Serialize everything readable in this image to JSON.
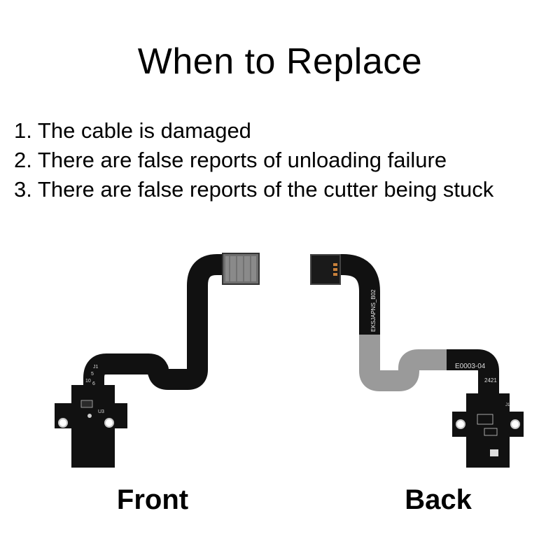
{
  "title": "When to Replace",
  "reasons": [
    "1. The cable is damaged",
    "2. There are false reports of unloading failure",
    "3. There are false reports of the cutter being stuck"
  ],
  "front": {
    "label": "Front",
    "silkscreen": {
      "j1": "J1",
      "pin5": "5",
      "pin10": "10",
      "pin6": "6",
      "u3": "U3"
    }
  },
  "back": {
    "label": "Back",
    "silkscreen": {
      "part": "E0003-04",
      "date": "2421",
      "j1": "J1",
      "cable_text": "EKSJAPNS_B02"
    }
  },
  "colors": {
    "pcb": "#111111",
    "flex_back": "#9a9a9a",
    "connector": "#707070",
    "text": "#000000"
  }
}
